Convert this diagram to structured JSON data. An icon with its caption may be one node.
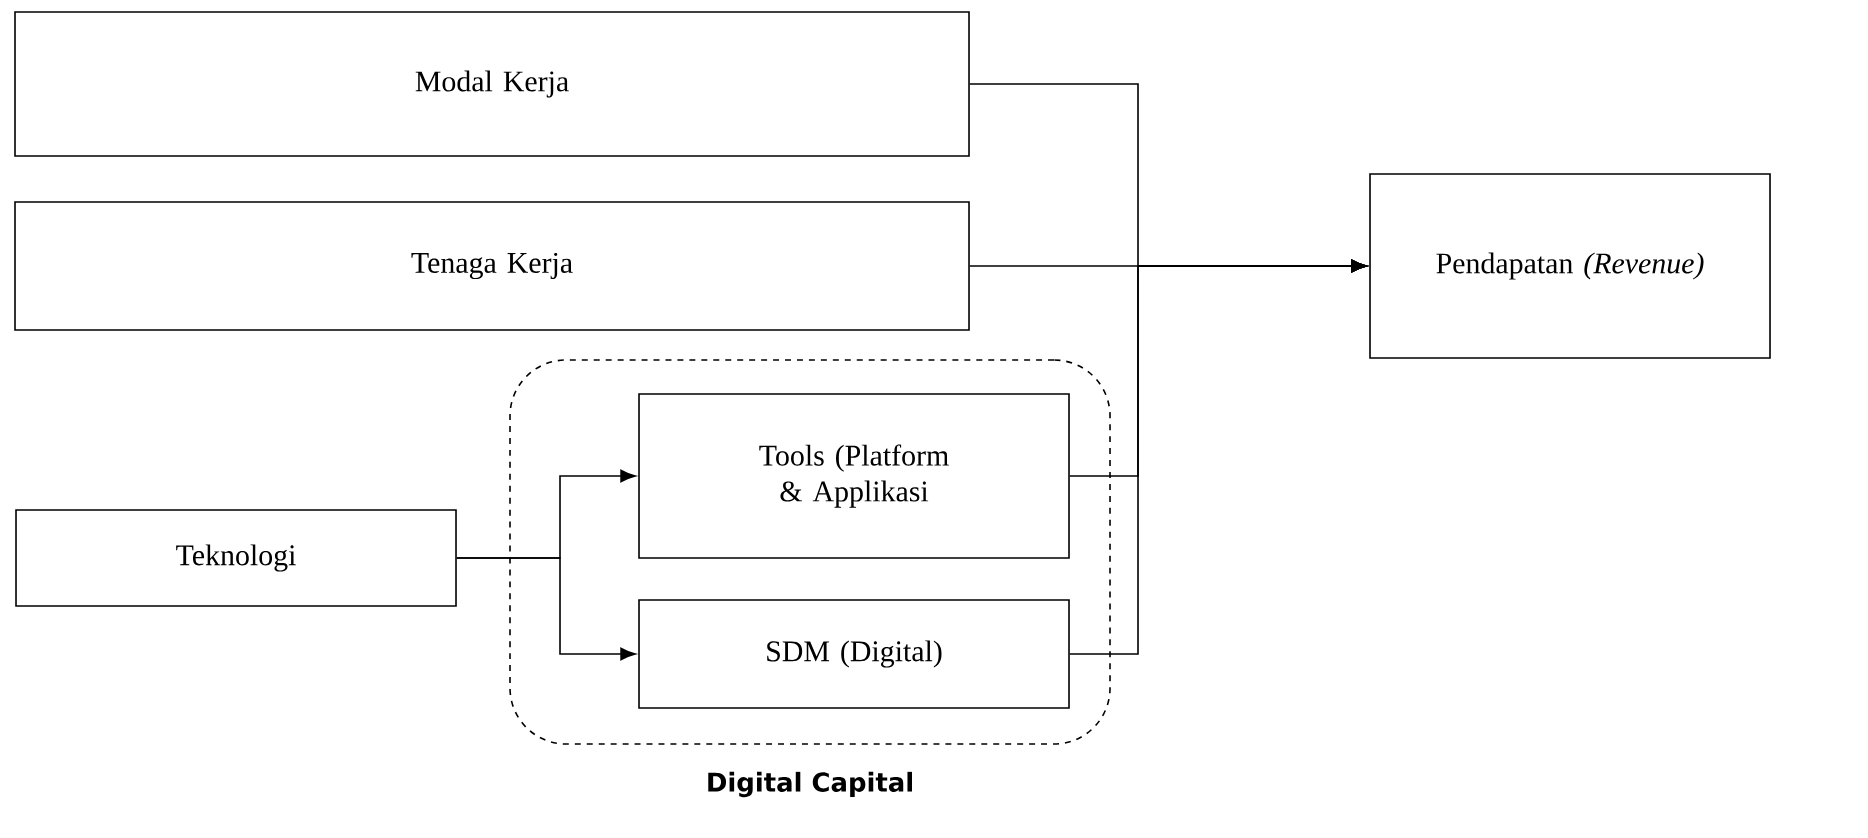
{
  "diagram": {
    "nodes": [
      {
        "text": [
          "Modal Kerja"
        ]
      },
      {
        "text": [
          "Tenaga Kerja"
        ]
      },
      {
        "text": [
          "Pendapatan *(Revenue)*"
        ]
      },
      {
        "text": [
          "Digital Capital"
        ]
      },
      {
        "text": [
          "Tools (Platform & Applikasi"
        ],
        "in": 3
      },
      {
        "text": [
          "SDM (Digital)"
        ],
        "in": 3
      },
      {
        "text": [
          "Teknologi"
        ]
      }
    ],
    "edges": [
      {
        "from": 0,
        "to": 2,
        "arrow": "to"
      },
      {
        "from": 1,
        "to": 2,
        "arrow": "to"
      },
      {
        "from": 4,
        "to": 2,
        "arrow": "to"
      },
      {
        "from": 5,
        "to": 2,
        "arrow": "to"
      },
      {
        "from": 6,
        "to": 4,
        "arrow": "to"
      },
      {
        "from": 6,
        "to": 5,
        "arrow": "to"
      }
    ]
  }
}
